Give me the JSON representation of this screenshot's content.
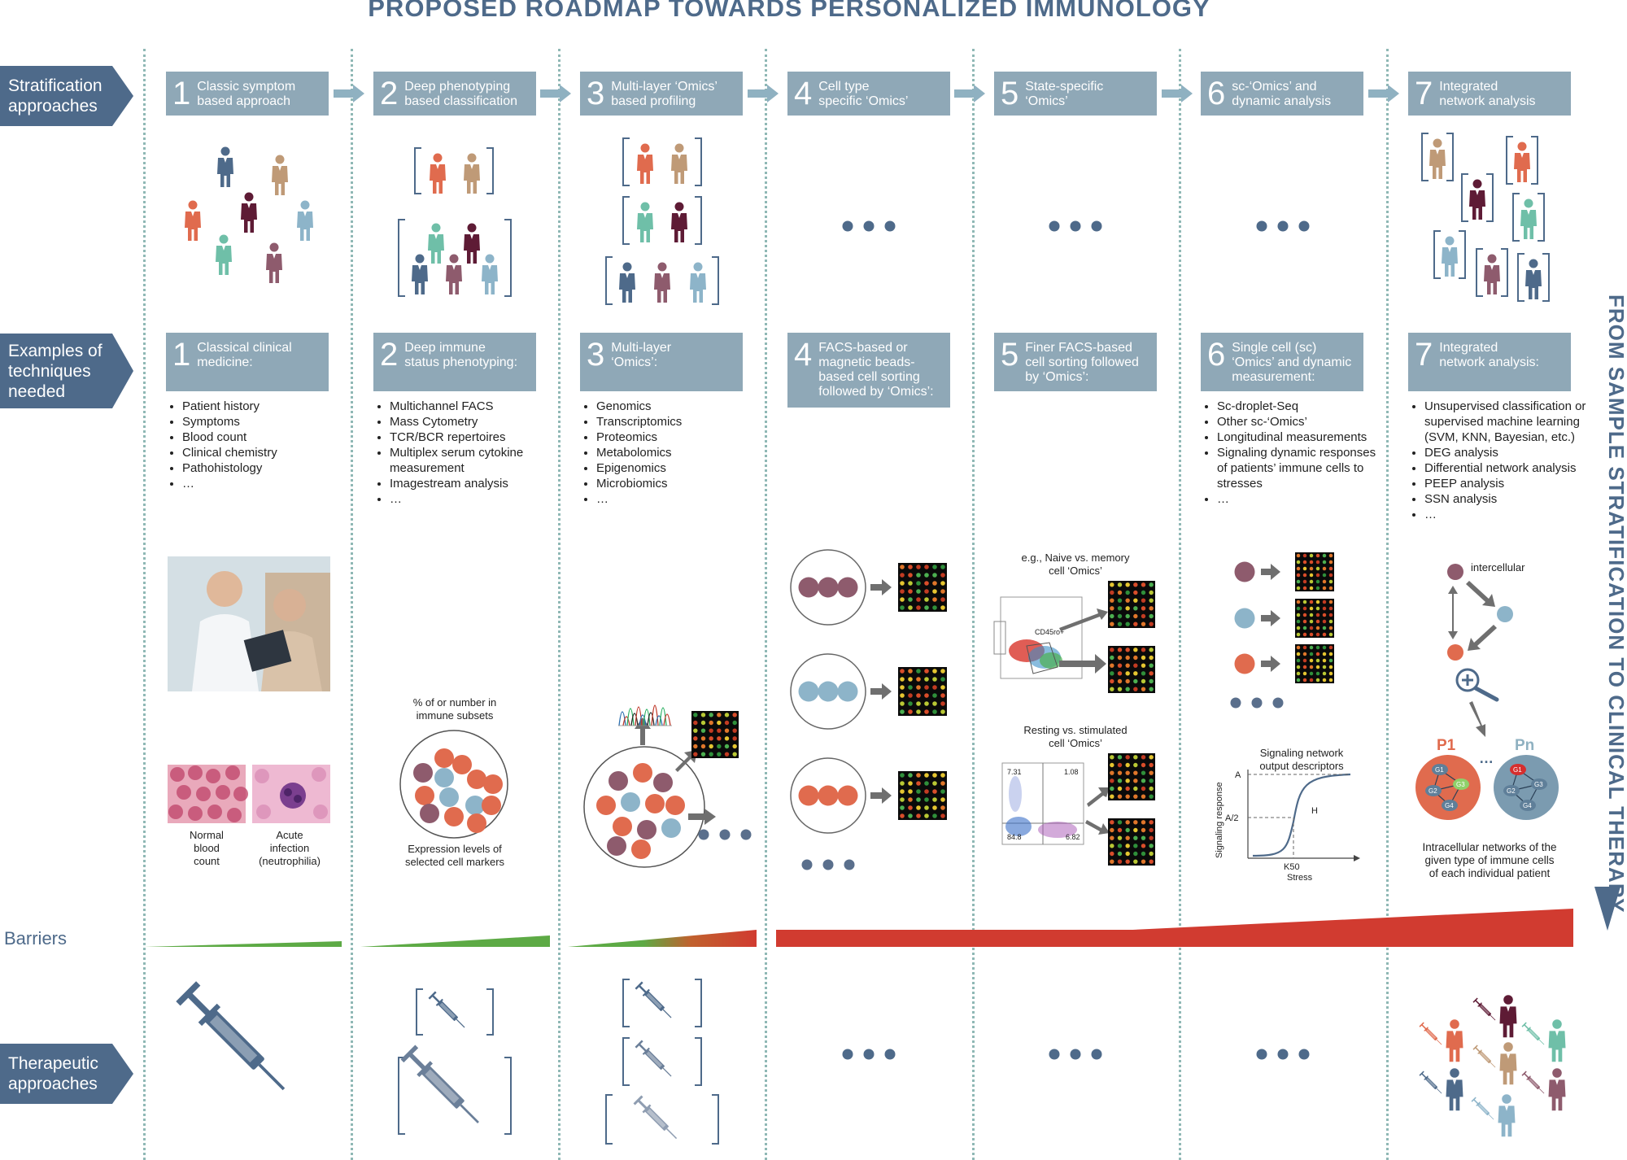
{
  "title": "PROPOSED ROADMAP TOWARDS PERSONALIZED IMMUNOLOGY",
  "row_labels": {
    "stratification": [
      "Stratification",
      "approaches"
    ],
    "techniques": [
      "Examples of",
      "techniques",
      "needed"
    ],
    "barriers": "Barriers",
    "therapeutic": [
      "Therapeutic",
      "approaches"
    ]
  },
  "side_label": "FROM SAMPLE STRATIFICATION TO CLINICAL THERAPY",
  "stages": [
    {
      "num": "1",
      "strat": [
        "Classic symptom",
        "based approach"
      ],
      "tech": [
        "Classical clinical",
        "medicine:"
      ],
      "items": [
        "Patient history",
        "Symptoms",
        "Blood count",
        "Clinical chemistry",
        "Pathohistology",
        "…"
      ]
    },
    {
      "num": "2",
      "strat": [
        "Deep phenotyping",
        "based classification"
      ],
      "tech": [
        "Deep immune",
        "status phenotyping:"
      ],
      "items": [
        "Multichannel FACS",
        "Mass Cytometry",
        "TCR/BCR repertoires",
        "Multiplex serum cytokine measurement",
        "Imagestream analysis",
        "…"
      ]
    },
    {
      "num": "3",
      "strat": [
        "Multi-layer ‘Omics’",
        "based profiling"
      ],
      "tech": [
        "Multi-layer",
        "‘Omics’:"
      ],
      "items": [
        "Genomics",
        "Transcriptomics",
        "Proteomics",
        "Metabolomics",
        "Epigenomics",
        "Microbiomics",
        "…"
      ]
    },
    {
      "num": "4",
      "strat": [
        "Cell type",
        "specific ‘Omics’"
      ],
      "tech": [
        "FACS-based or",
        "magnetic beads-",
        "based cell sorting",
        "followed by ‘Omics’:"
      ],
      "items": []
    },
    {
      "num": "5",
      "strat": [
        "State-specific",
        "‘Omics’"
      ],
      "tech": [
        "Finer FACS-based",
        "cell sorting followed",
        "by ‘Omics’:"
      ],
      "items": []
    },
    {
      "num": "6",
      "strat": [
        "sc-‘Omics’ and",
        "dynamic analysis"
      ],
      "tech": [
        "Single cell (sc)",
        "‘Omics’ and dynamic",
        "measurement:"
      ],
      "items": [
        "Sc-droplet-Seq",
        "Other sc-‘Omics’",
        "Longitudinal measurements",
        "Signaling dynamic responses of patients’ immune cells to stresses",
        "…"
      ]
    },
    {
      "num": "7",
      "strat": [
        "Integrated",
        "network analysis"
      ],
      "tech": [
        "Integrated",
        "network analysis:"
      ],
      "items": [
        "Unsupervised classification or supervised machine learning (SVM, KNN, Bayesian, etc.)",
        "DEG analysis",
        "Differential network analysis",
        "PEEP analysis",
        "SSN analysis",
        "…"
      ]
    }
  ],
  "captions": {
    "normal": [
      "Normal",
      "blood",
      "count"
    ],
    "acute": [
      "Acute",
      "infection",
      "(neutrophilia)"
    ],
    "pct": [
      "% of or number in",
      "immune subsets"
    ],
    "expr": [
      "Expression levels of",
      "selected cell markers"
    ],
    "naive": [
      "e.g., Naive vs. memory",
      "cell ‘Omics’"
    ],
    "cd45": "CD45ro+",
    "resting": [
      "Resting vs. stimulated",
      "cell ‘Omics’"
    ],
    "q": [
      "7.31",
      "1.08",
      "84.8",
      "6.82"
    ],
    "sig_title": [
      "Signaling network",
      "output descriptors"
    ],
    "sig_y": "Signaling response",
    "sig_a": "A",
    "sig_a2": "A/2",
    "sig_h": "H",
    "sig_k": "K50",
    "sig_x": "Stress",
    "intercellular": "intercellular",
    "p1": "P1",
    "pn": "Pn",
    "pdots": "…",
    "genes": [
      "G1",
      "G2",
      "G3",
      "G4"
    ],
    "intra": [
      "Intracellular networks of the",
      "given type of immune cells",
      "of each individual patient"
    ]
  },
  "colors": {
    "navy": "#4e6a8a",
    "box": "#8fa8b7",
    "arrow": "#8fb1c1",
    "divider": "#8fb8b5",
    "blue": "#4e6a8a",
    "tan": "#bf9a77",
    "orange": "#e06b4e",
    "maroon": "#5e1b35",
    "teal": "#6fbfa8",
    "lightblue": "#8db4c9",
    "mauve": "#8e5b6d",
    "green": "#5daa45",
    "red": "#d13b30",
    "grey": "#6f6f6f"
  },
  "icons": {
    "person": "person-icon",
    "syringe": "syringe-icon",
    "magnifier": "magnifier-plus-icon",
    "arrow": "arrow-right-icon"
  }
}
